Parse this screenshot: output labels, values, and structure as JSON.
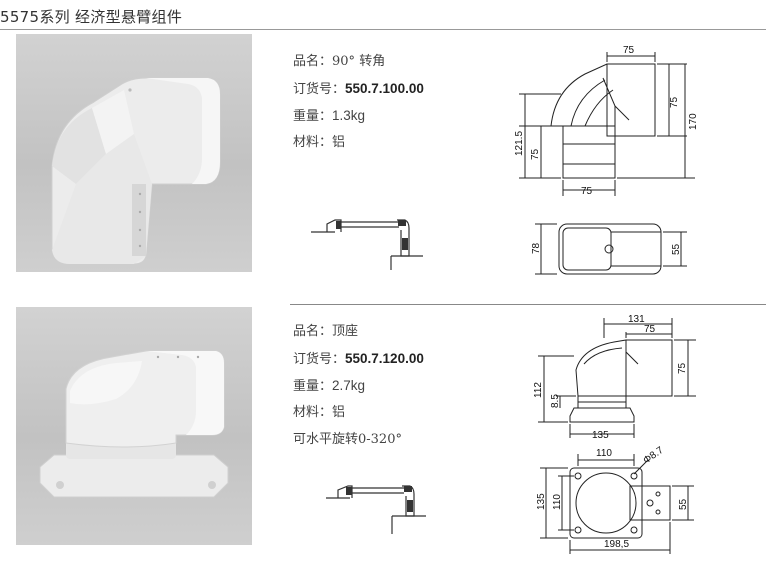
{
  "header": {
    "title": "5575系列  经济型悬臂组件"
  },
  "products": [
    {
      "name_label": "品名：",
      "name_value": "90°  转角",
      "order_label": "订货号：",
      "order_value": "550.7.100.00",
      "weight_label": "重量：",
      "weight_value": "1.3kg",
      "material_label": "材料：",
      "material_value": "铝",
      "dims_side": {
        "top_width": "75",
        "right_height_upper": "75",
        "total_height": "170",
        "left_height": "121.5",
        "left_height_lower": "75",
        "bottom_width": "75"
      },
      "dims_plan": {
        "left": "78",
        "right": "55"
      }
    },
    {
      "name_label": "品名：",
      "name_value": "顶座",
      "order_label": "订货号：",
      "order_value": "550.7.120.00",
      "weight_label": "重量：",
      "weight_value": "2.7kg",
      "material_label": "材料：",
      "material_value": "铝",
      "note": "可水平旋转0-320°",
      "dims_side": {
        "top_total": "131",
        "top_arm": "75",
        "right_height": "75",
        "left_height": "112",
        "left_small": "8.5",
        "base_width": "135"
      },
      "dims_plan": {
        "top_width": "110",
        "hole": "Φ8.7",
        "left_outer": "135",
        "left_inner": "110",
        "right": "55",
        "bottom_width": "198,5"
      }
    }
  ]
}
